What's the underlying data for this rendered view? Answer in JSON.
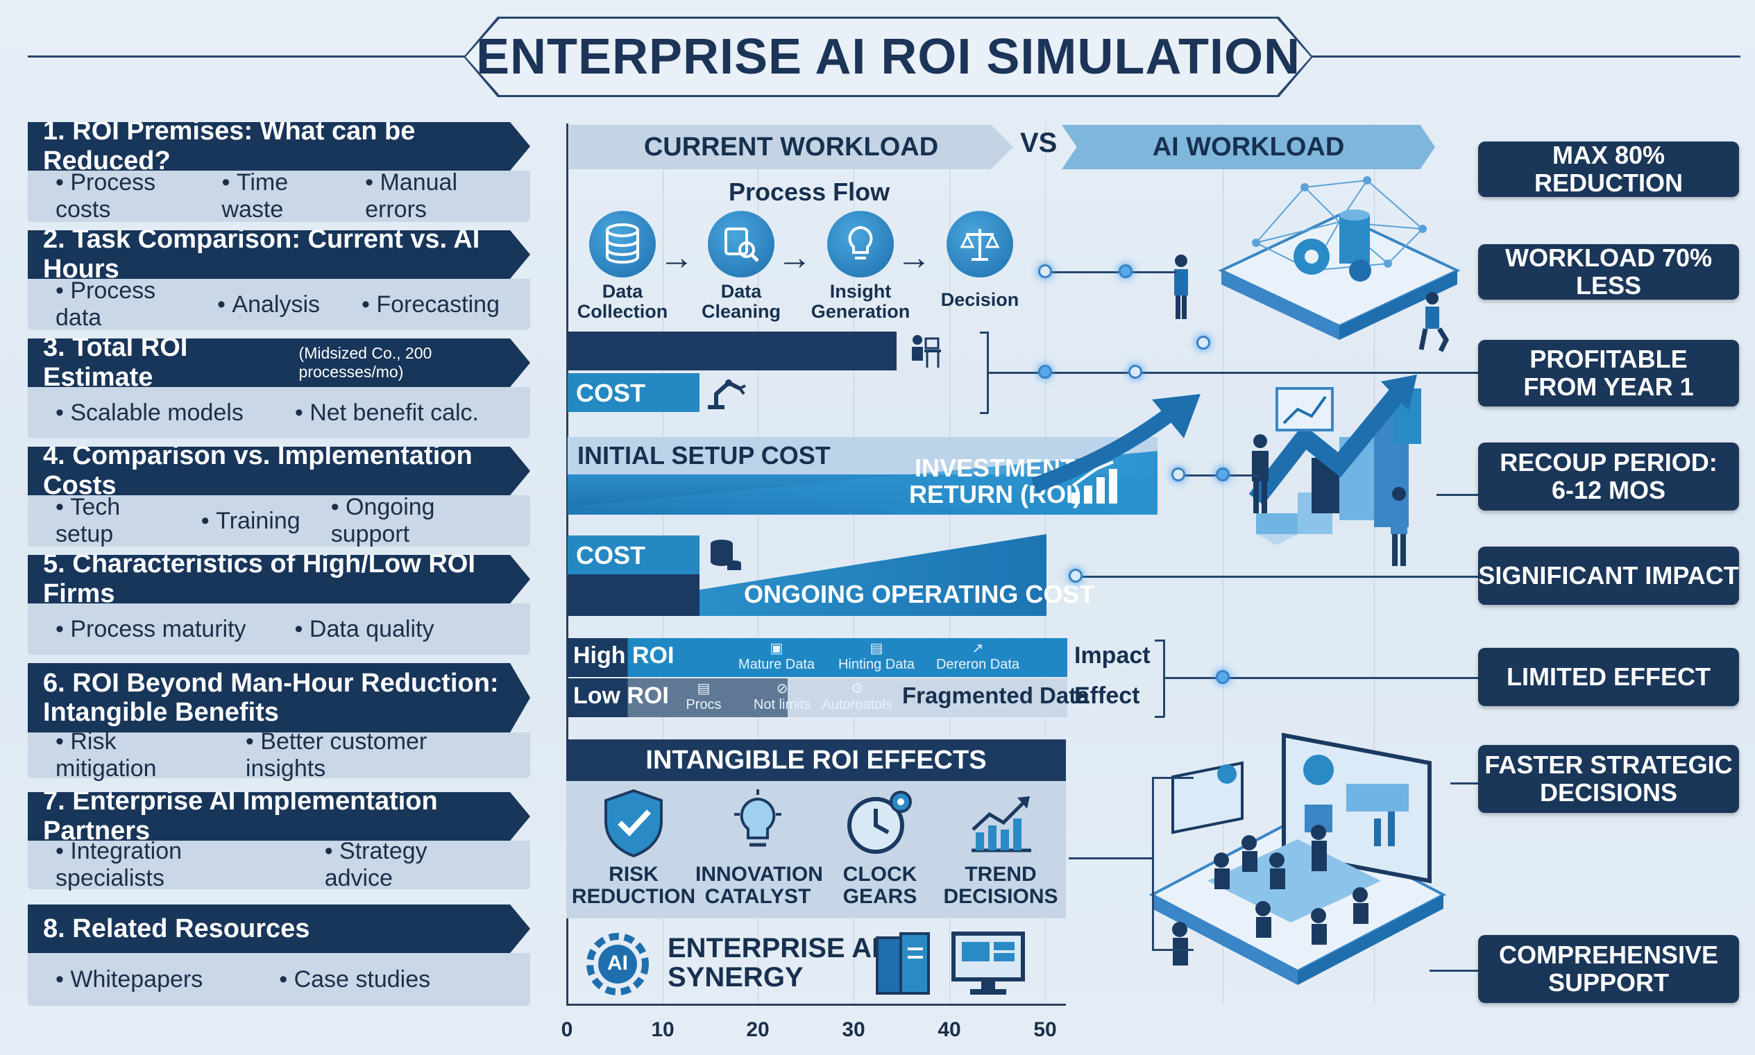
{
  "title": "ENTERPRISE AI ROI SIMULATION",
  "sections": [
    {
      "heading": "1. ROI Premises: What can be Reduced?",
      "note": "",
      "items": [
        "Process costs",
        "Time waste",
        "Manual errors"
      ]
    },
    {
      "heading": "2. Task Comparison: Current vs. AI Hours",
      "note": "",
      "items": [
        "Process data",
        "Analysis",
        "Forecasting"
      ]
    },
    {
      "heading": "3. Total ROI Estimate",
      "note": "(Midsized Co., 200 processes/mo)",
      "items": [
        "Scalable models",
        "Net benefit calc."
      ]
    },
    {
      "heading": "4. Comparison vs. Implementation Costs",
      "note": "",
      "items": [
        "Tech setup",
        "Training",
        "Ongoing support"
      ]
    },
    {
      "heading": "5. Characteristics of High/Low ROI Firms",
      "note": "",
      "items": [
        "Process maturity",
        "Data quality"
      ]
    },
    {
      "heading": "6. ROI Beyond Man-Hour Reduction:",
      "heading2": "Intangible Benefits",
      "note": "",
      "items": [
        "Risk mitigation",
        "Better customer insights"
      ]
    },
    {
      "heading": "7. Enterprise AI Implementation Partners",
      "note": "",
      "items": [
        "Integration specialists",
        "Strategy advice"
      ]
    },
    {
      "heading": "8. Related Resources",
      "note": "",
      "items": [
        "Whitepapers",
        "Case studies"
      ]
    }
  ],
  "center": {
    "current_workload": "CURRENT WORKLOAD",
    "vs": "VS",
    "ai_workload": "AI WORKLOAD",
    "process_flow": "Process Flow",
    "flow_steps": [
      {
        "line1": "Data",
        "line2": "Collection",
        "icon": "database-icon"
      },
      {
        "line1": "Data",
        "line2": "Cleaning",
        "icon": "magnifier-icon"
      },
      {
        "line1": "Insight",
        "line2": "Generation",
        "icon": "lightbulb-icon"
      },
      {
        "line1": "Decision",
        "line2": "",
        "icon": "scales-icon"
      }
    ],
    "cost_label": "COST",
    "initial_setup_cost": "INITIAL SETUP COST",
    "investment_return_1": "INVESTMENT",
    "investment_return_2": "RETURN (ROI)",
    "cost_label_2": "COST",
    "ongoing_operating_cost": "ONGOING OPERATING COST",
    "high_roi": "High ROI",
    "high_roi_items": [
      "Mature Data",
      "Hinting Data",
      "Dereron Data"
    ],
    "low_roi": "Low ROI",
    "low_roi_items": [
      "Procs",
      "Not limits",
      "Autoroatols"
    ],
    "fragmented_data": "Fragmented Data",
    "impact": "Impact",
    "effect": "Effect",
    "intangible_title": "INTANGIBLE ROI EFFECTS",
    "intangible_items": [
      {
        "line1": "RISK",
        "line2": "REDUCTION",
        "icon": "shield-check-icon"
      },
      {
        "line1": "INNOVATION",
        "line2": "CATALYST",
        "icon": "lightbulb-icon"
      },
      {
        "line1": "CLOCK",
        "line2": "GEARS",
        "icon": "clock-gear-icon"
      },
      {
        "line1": "TREND",
        "line2": "DECISIONS",
        "icon": "trend-chart-icon"
      }
    ],
    "synergy_1": "ENTERPRISE AI",
    "synergy_2": "SYNERGY",
    "ai_chip_label": "AI",
    "axis_ticks": [
      "0",
      "10",
      "20",
      "30",
      "40",
      "50"
    ]
  },
  "pills": [
    {
      "line1": "MAX 80% REDUCTION",
      "line2": ""
    },
    {
      "line1": "WORKLOAD 70% LESS",
      "line2": ""
    },
    {
      "line1": "PROFITABLE",
      "line2": "FROM YEAR 1"
    },
    {
      "line1": "RECOUP PERIOD:",
      "line2": "6-12 MOS"
    },
    {
      "line1": "SIGNIFICANT IMPACT",
      "line2": ""
    },
    {
      "line1": "LIMITED EFFECT",
      "line2": ""
    },
    {
      "line1": "FASTER STRATEGIC",
      "line2": "DECISIONS"
    },
    {
      "line1": "COMPREHENSIVE",
      "line2": "SUPPORT"
    }
  ],
  "colors": {
    "navy": "#18355a",
    "accent_blue": "#1f8ac4",
    "light_panel": "#c9d7e6",
    "background": "#e3ecf5"
  }
}
